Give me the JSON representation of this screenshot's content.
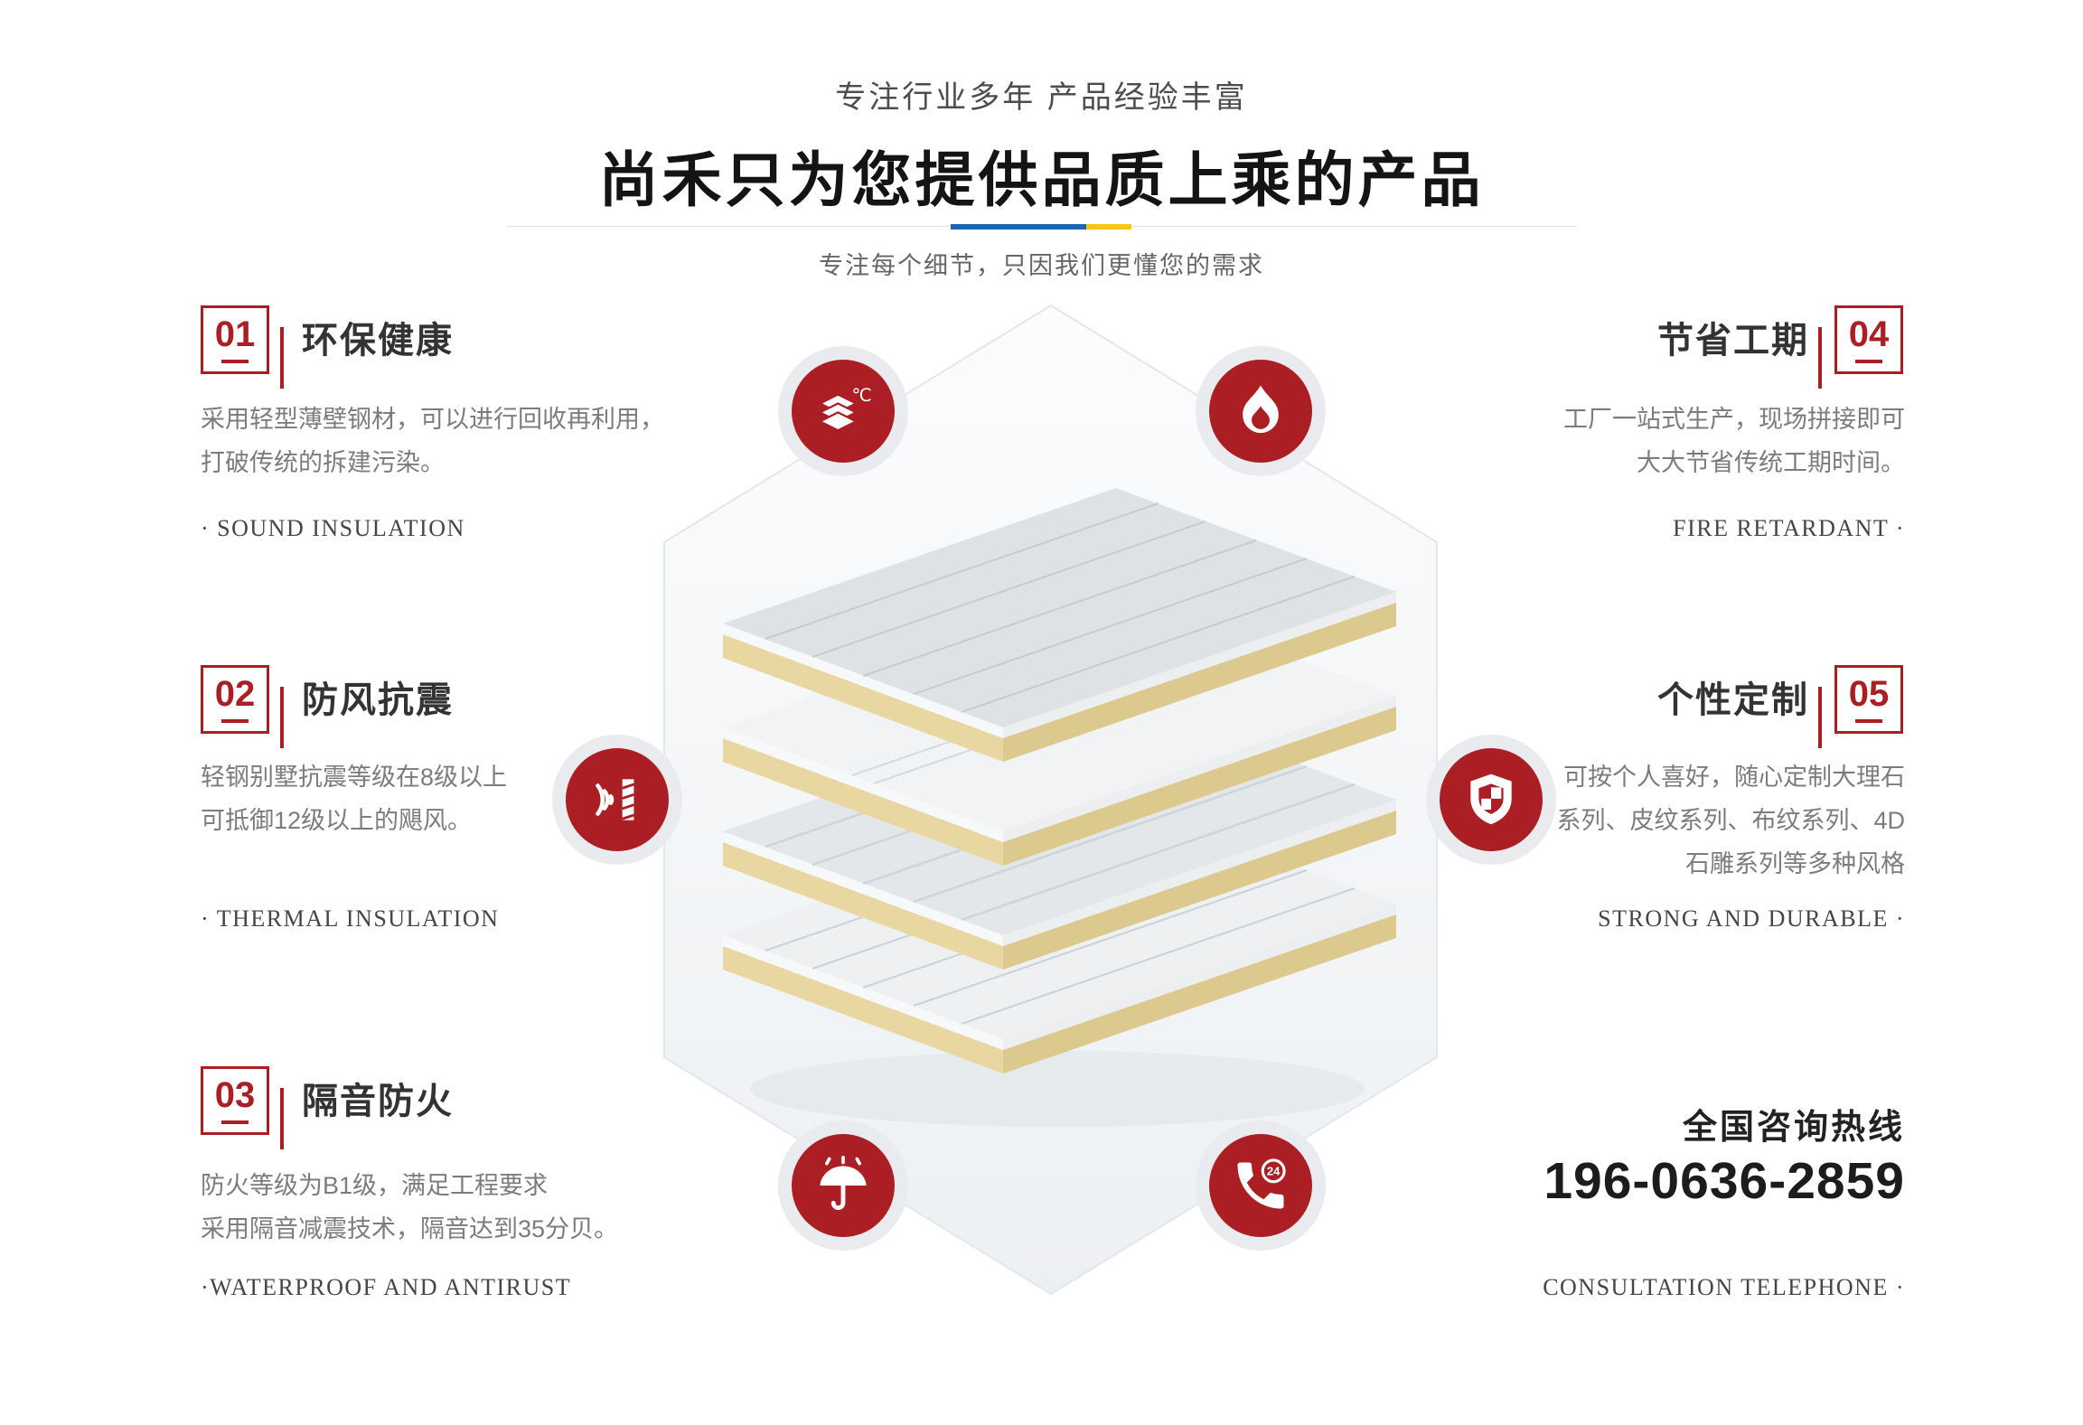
{
  "header": {
    "subtitle": "专注行业多年 产品经验丰富",
    "title": "尚禾只为您提供品质上乘的产品",
    "tagline": "专注每个细节，只因我们更懂您的需求"
  },
  "features": {
    "f01": {
      "num": "01",
      "title": "环保健康",
      "desc": "采用轻型薄壁钢材，可以进行回收再利用，\n打破传统的拆建污染。",
      "en": "·  SOUND INSULATION"
    },
    "f02": {
      "num": "02",
      "title": "防风抗震",
      "desc": "轻钢别墅抗震等级在8级以上\n可抵御12级以上的飓风。",
      "en": "·  THERMAL INSULATION"
    },
    "f03": {
      "num": "03",
      "title": "隔音防火",
      "desc": "防火等级为B1级，满足工程要求\n采用隔音减震技术，隔音达到35分贝。",
      "en": "·WATERPROOF AND ANTIRUST"
    },
    "f04": {
      "num": "04",
      "title": "节省工期",
      "desc": "工厂一站式生产，现场拼接即可\n大大节省传统工期时间。",
      "en": "FIRE RETARDANT  ·"
    },
    "f05": {
      "num": "05",
      "title": "个性定制",
      "desc": "可按个人喜好，随心定制大理石\n系列、皮纹系列、布纹系列、4D\n石雕系列等多种风格",
      "en": "STRONG AND DURABLE  ·"
    }
  },
  "hotline": {
    "label": "全国咨询热线",
    "phone": "196-0636-2859",
    "en": "CONSULTATION TELEPHONE  ·"
  },
  "icons": {
    "thermal_unit": "℃",
    "phone_badge": "24",
    "list": [
      "thermal-layers-icon",
      "flame-icon",
      "shockproof-icon",
      "shield-icon",
      "umbrella-icon",
      "phone-24-icon"
    ]
  },
  "colors": {
    "accent_red": "#ab1f24",
    "divider_blue": "#1c66b5",
    "divider_yellow": "#f5c517"
  }
}
